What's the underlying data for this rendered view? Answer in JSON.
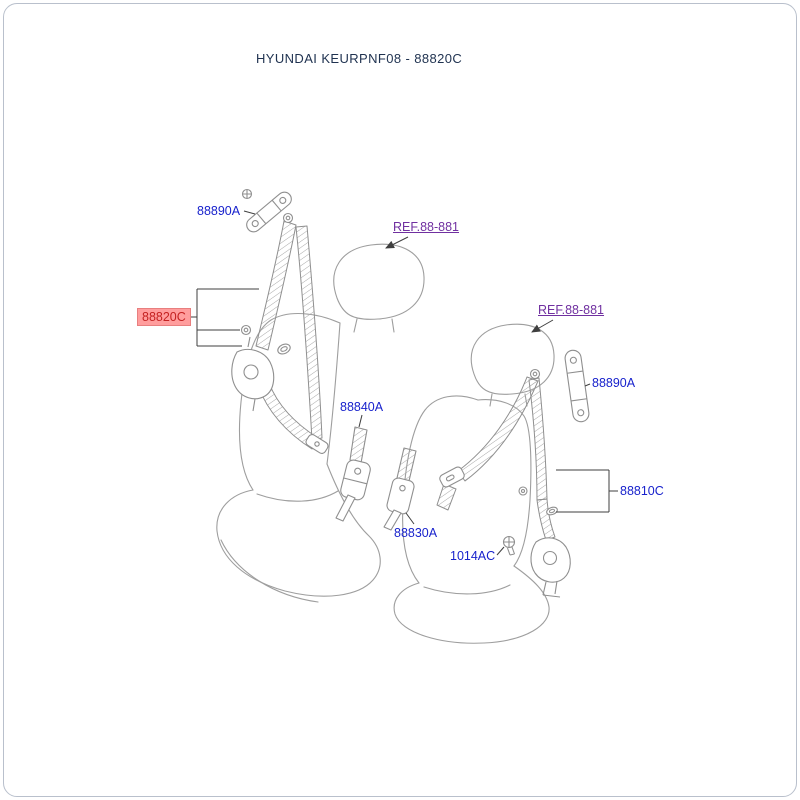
{
  "page": {
    "title": "HYUNDAI KEURPNF08 - 88820C"
  },
  "labels": {
    "p88890a_left": "88890A",
    "ref_left": "REF.88-881",
    "p88820c": "88820C",
    "ref_right": "REF.88-881",
    "p88890a_right": "88890A",
    "p88840a": "88840A",
    "p88810c": "88810C",
    "p88830a": "88830A",
    "p1014ac": "1014AC"
  },
  "colors": {
    "part_label": "#1822cc",
    "reference_link": "#7030a0",
    "highlight_background": "#ff9d9d",
    "highlight_text": "#c42222",
    "title_text": "#1f3250",
    "drawing_line": "#9e9e9e",
    "leader_line": "#3f3f3f"
  }
}
